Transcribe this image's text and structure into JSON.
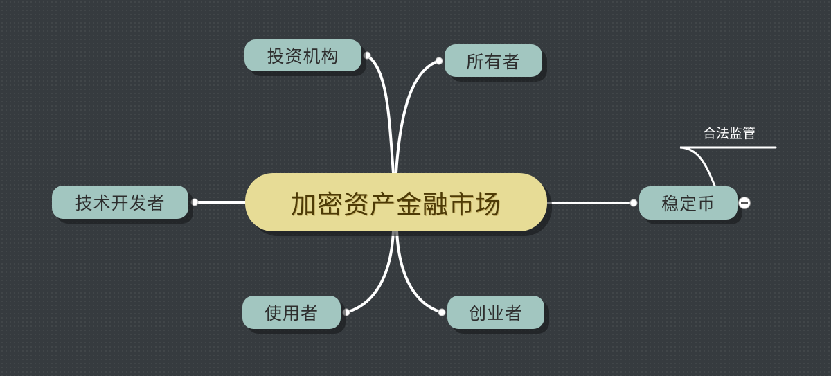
{
  "mindmap": {
    "central": {
      "label": "加密资产金融市场",
      "color": "#e7dc96",
      "text_color": "#4d3a06"
    },
    "branches": [
      {
        "id": "investors",
        "label": "投资机构",
        "position": "top-left"
      },
      {
        "id": "owners",
        "label": "所有者",
        "position": "top-right"
      },
      {
        "id": "developers",
        "label": "技术开发者",
        "position": "left"
      },
      {
        "id": "stablecoin",
        "label": "稳定币",
        "position": "right",
        "collapsible": true,
        "children": [
          {
            "id": "regulation",
            "label": "合法监管"
          }
        ]
      },
      {
        "id": "users",
        "label": "使用者",
        "position": "bottom-left"
      },
      {
        "id": "entrepreneurs",
        "label": "创业者",
        "position": "bottom-right"
      }
    ],
    "colors": {
      "background": "#363b3f",
      "branch_node": "#a2c6c0",
      "connector": "#ffffff"
    },
    "icons": {
      "collapse": "minus-circle-icon"
    }
  }
}
